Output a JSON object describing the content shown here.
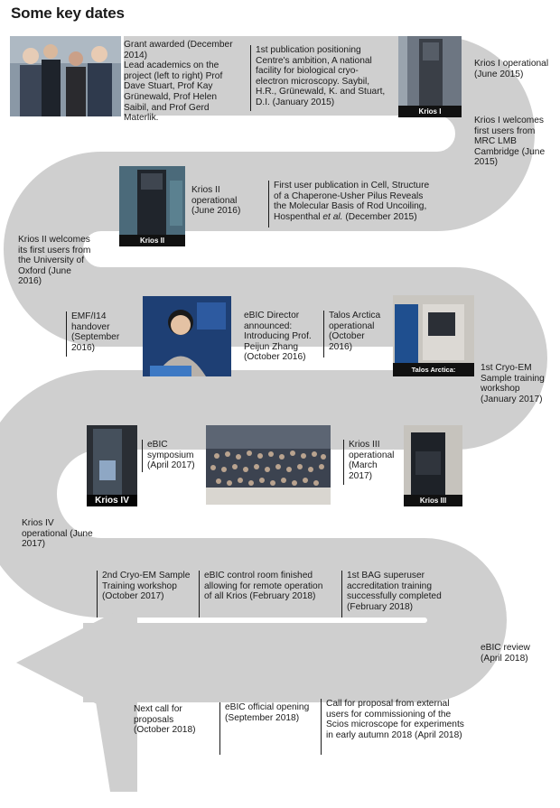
{
  "title": "Some key dates",
  "colors": {
    "road": "#cfcfcf",
    "divider": "#1a1a1a"
  },
  "rows": [
    {
      "events": [
        {
          "text": "Grant awarded (December 2014)",
          "detail": "Lead academics on the project (left to right) Prof Dave Stuart, Prof Kay Grünewald, Prof Helen Saibil, and Prof Gerd Materlik."
        },
        {
          "text": "1st publication positioning Centre's ambition, A national facility for biological cryo-electron microscopy. Saybil, H.R., Grünewald, K. and Stuart, D.I. (January 2015)"
        },
        {
          "text": "Krios I operational (June 2015)"
        },
        {
          "text": "Krios I welcomes first users from MRC LMB Cambridge (June 2015)"
        }
      ]
    },
    {
      "events": [
        {
          "text": "Krios II operational (June 2016)"
        },
        {
          "text": "First user publication in Cell, Structure of a Chaperone-Usher Pilus Reveals the Molecular Basis of Rod Uncoiling, Hospenthal",
          "em": "et al.",
          "tail": " (December 2015)"
        },
        {
          "text": "Krios II welcomes its first users from the University of Oxford (June 2016)"
        }
      ]
    },
    {
      "events": [
        {
          "text": "EMF/I14 handover (September 2016)"
        },
        {
          "text": "eBIC Director announced: Introducing Prof. Peijun Zhang (October 2016)"
        },
        {
          "text": "Talos Arctica operational (October 2016)"
        },
        {
          "text": "1st Cryo-EM Sample training workshop (January 2017)"
        }
      ]
    },
    {
      "events": [
        {
          "text": "eBIC symposium (April 2017)"
        },
        {
          "text": "Krios III operational (March 2017)"
        },
        {
          "text": "Krios IV operational (June 2017)"
        }
      ]
    },
    {
      "events": [
        {
          "text": "2nd Cryo-EM Sample Training workshop (October 2017)"
        },
        {
          "text": "eBIC control room finished allowing for remote operation of all Krios (February 2018)"
        },
        {
          "text": "1st BAG superuser accreditation training successfully completed (February 2018)"
        },
        {
          "text": "eBIC review (April 2018)"
        }
      ]
    },
    {
      "events": [
        {
          "text": "Next call for proposals (October 2018)"
        },
        {
          "text": "eBIC official opening (September 2018)"
        },
        {
          "text": "Call for proposal from external users for commissioning of the Scios microscope for experiments in early autumn 2018 (April 2018)"
        }
      ]
    }
  ],
  "photo_labels": {
    "krios1": "Krios I",
    "krios2": "Krios II",
    "talos": "Talos Arctica: Training/Commissioning",
    "krios4": "Krios IV",
    "krios3": "Krios III"
  }
}
